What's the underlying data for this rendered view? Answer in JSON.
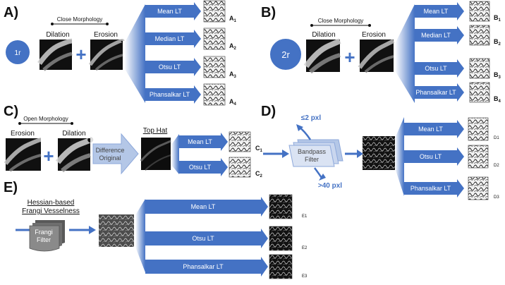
{
  "panels": {
    "A": {
      "letter": "A)",
      "radius": "1r",
      "morph_title": "Close Morphology",
      "op1": "Dilation",
      "op2": "Erosion",
      "arrows": [
        "Mean LT",
        "Median LT",
        "Otsu LT",
        "Phansalkar LT"
      ],
      "outputs": [
        "A1",
        "A2",
        "A3",
        "A4"
      ]
    },
    "B": {
      "letter": "B)",
      "radius": "2r",
      "morph_title": "Close Morphology",
      "op1": "Dilation",
      "op2": "Erosion",
      "arrows": [
        "Mean LT",
        "Median LT",
        "Otsu LT",
        "Phansalkar LT"
      ],
      "outputs": [
        "B1",
        "B2",
        "B3",
        "B4"
      ]
    },
    "C": {
      "letter": "C)",
      "morph_title": "Open Morphology",
      "op1": "Erosion",
      "op2": "Dilation",
      "difference_line1": "Difference",
      "difference_line2": "Original",
      "tophat": "Top Hat",
      "arrows": [
        "Mean LT",
        "Otsu LT"
      ],
      "outputs": [
        "C1",
        "C2"
      ]
    },
    "D": {
      "letter": "D)",
      "upper_band": "≤2 pxl",
      "lower_band": ">40 pxl",
      "filter_line1": "Bandpass",
      "filter_line2": "Filter",
      "arrows": [
        "Mean LT",
        "Otsu LT",
        "Phansalkar LT"
      ],
      "outputs": [
        "D1",
        "D2",
        "D3"
      ]
    },
    "E": {
      "letter": "E)",
      "title_line1": "Hessian-based",
      "title_line2": "Frangi Vesselness",
      "filter_line1": "Frangi",
      "filter_line2": "Filter",
      "arrows": [
        "Mean LT",
        "Otsu LT",
        "Phansalkar LT"
      ],
      "outputs": [
        "E1",
        "E2",
        "E3"
      ]
    }
  },
  "colors": {
    "arrow_blue": "#4472C4",
    "plus_blue": "#4472C4",
    "light_blue": "#B4C7E7",
    "circle_blue": "#4472C4",
    "filter_gray": "#7F7F7F"
  }
}
